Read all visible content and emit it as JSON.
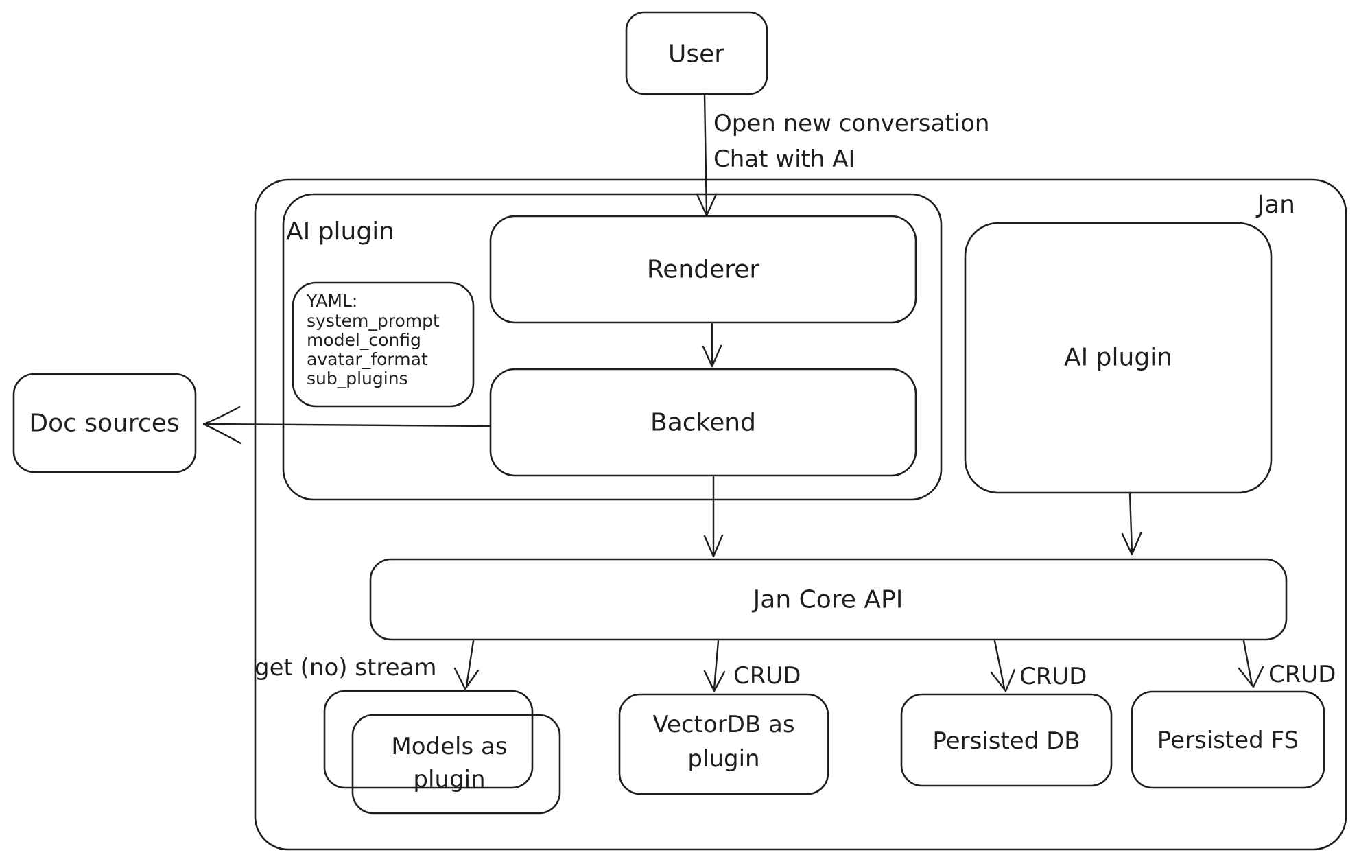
{
  "colors": {
    "stroke": "#1e1e1e",
    "background": "#ffffff"
  },
  "nodes": {
    "user": {
      "label": "User"
    },
    "jan_container": {
      "label": "Jan"
    },
    "ai_plugin_container": {
      "label": "AI plugin"
    },
    "renderer": {
      "label": "Renderer"
    },
    "backend": {
      "label": "Backend"
    },
    "yaml_note": {
      "lines": [
        "YAML:",
        "system_prompt",
        "model_config",
        "avatar_format",
        "sub_plugins"
      ]
    },
    "ai_plugin_right": {
      "label": "AI plugin"
    },
    "doc_sources": {
      "label": "Doc sources"
    },
    "jan_core_api": {
      "label": "Jan Core API"
    },
    "models_as_plugin": {
      "lines": [
        "Models as",
        "plugin"
      ]
    },
    "vectordb_as_plugin": {
      "lines": [
        "VectorDB as",
        "plugin"
      ]
    },
    "persisted_db": {
      "label": "Persisted DB"
    },
    "persisted_fs": {
      "label": "Persisted FS"
    }
  },
  "edges": {
    "user_to_renderer": {
      "label_lines": [
        "Open new conversation",
        "Chat with AI"
      ]
    },
    "jan_core_to_models": {
      "label": "get (no) stream"
    },
    "jan_core_to_vectordb": {
      "label": "CRUD"
    },
    "jan_core_to_persisted_db": {
      "label": "CRUD"
    },
    "jan_core_to_persisted_fs": {
      "label": "CRUD"
    }
  }
}
